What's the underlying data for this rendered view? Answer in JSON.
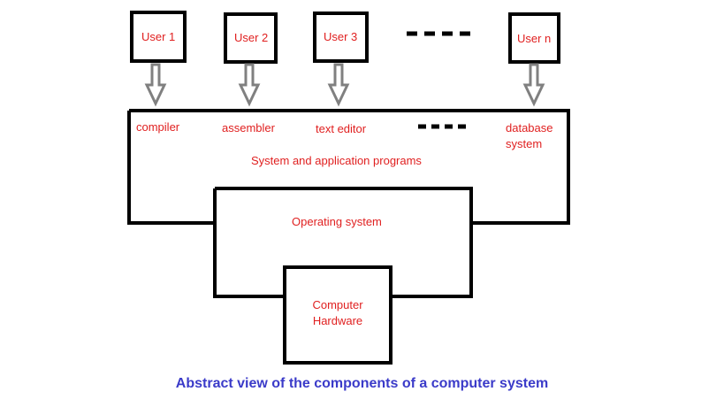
{
  "users": [
    "User 1",
    "User 2",
    "User 3",
    "User n"
  ],
  "programs": {
    "items": [
      "compiler",
      "assembler",
      "text editor",
      "database\nsystem"
    ],
    "layer_label": "System and application programs"
  },
  "os_label": "Operating system",
  "hardware_label": "Computer\nHardware",
  "caption": "Abstract view of the components of a computer system",
  "colors": {
    "label": "#e02020",
    "caption": "#3b3bc9",
    "line": "#000000",
    "arrow": "#808080"
  }
}
